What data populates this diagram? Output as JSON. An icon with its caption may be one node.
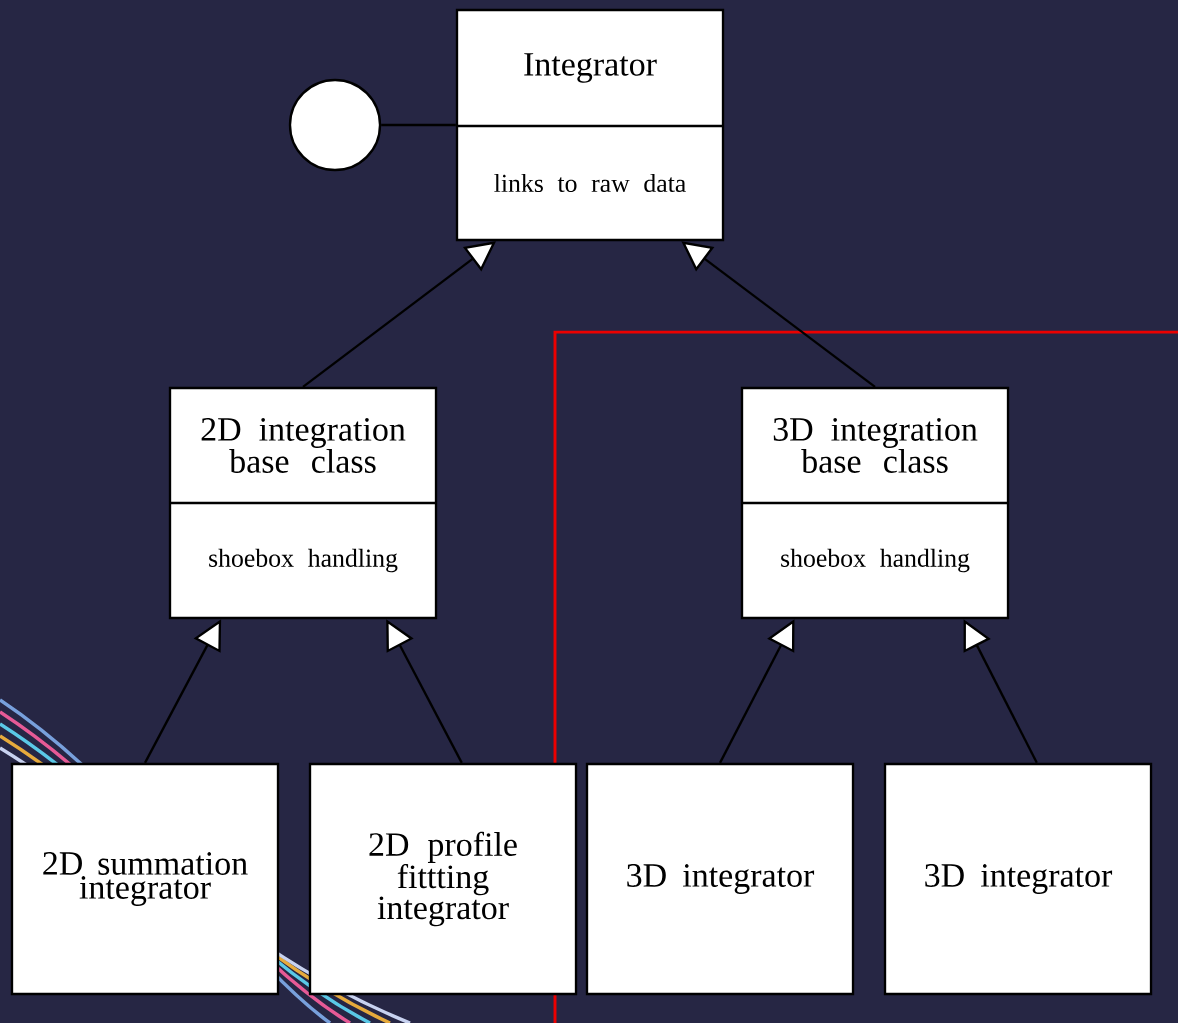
{
  "diagram": {
    "nodes": [
      {
        "text": [
          "Integrator",
          "links to raw data"
        ]
      },
      {
        "text": [],
        "shape": "circle"
      },
      {
        "text": [
          "2D integration base class",
          "shoebox handling"
        ]
      },
      {
        "text": [
          "3D integration base class",
          "shoebox handling"
        ]
      },
      {
        "text": [
          "2D summation integrator"
        ]
      },
      {
        "text": [
          "2D profile fittting integrator"
        ]
      },
      {
        "text": [
          "3D integrator"
        ]
      },
      {
        "text": [
          "3D integrator"
        ]
      }
    ],
    "edges": [
      {
        "from": 1,
        "to": 0,
        "arrow": "none"
      },
      {
        "from": 2,
        "to": 0,
        "arrow": "to"
      },
      {
        "from": 3,
        "to": 0,
        "arrow": "to"
      },
      {
        "from": 4,
        "to": 2,
        "arrow": "to"
      },
      {
        "from": 5,
        "to": 2,
        "arrow": "to"
      },
      {
        "from": 6,
        "to": 3,
        "arrow": "to"
      },
      {
        "from": 7,
        "to": 3,
        "arrow": "to"
      }
    ]
  }
}
